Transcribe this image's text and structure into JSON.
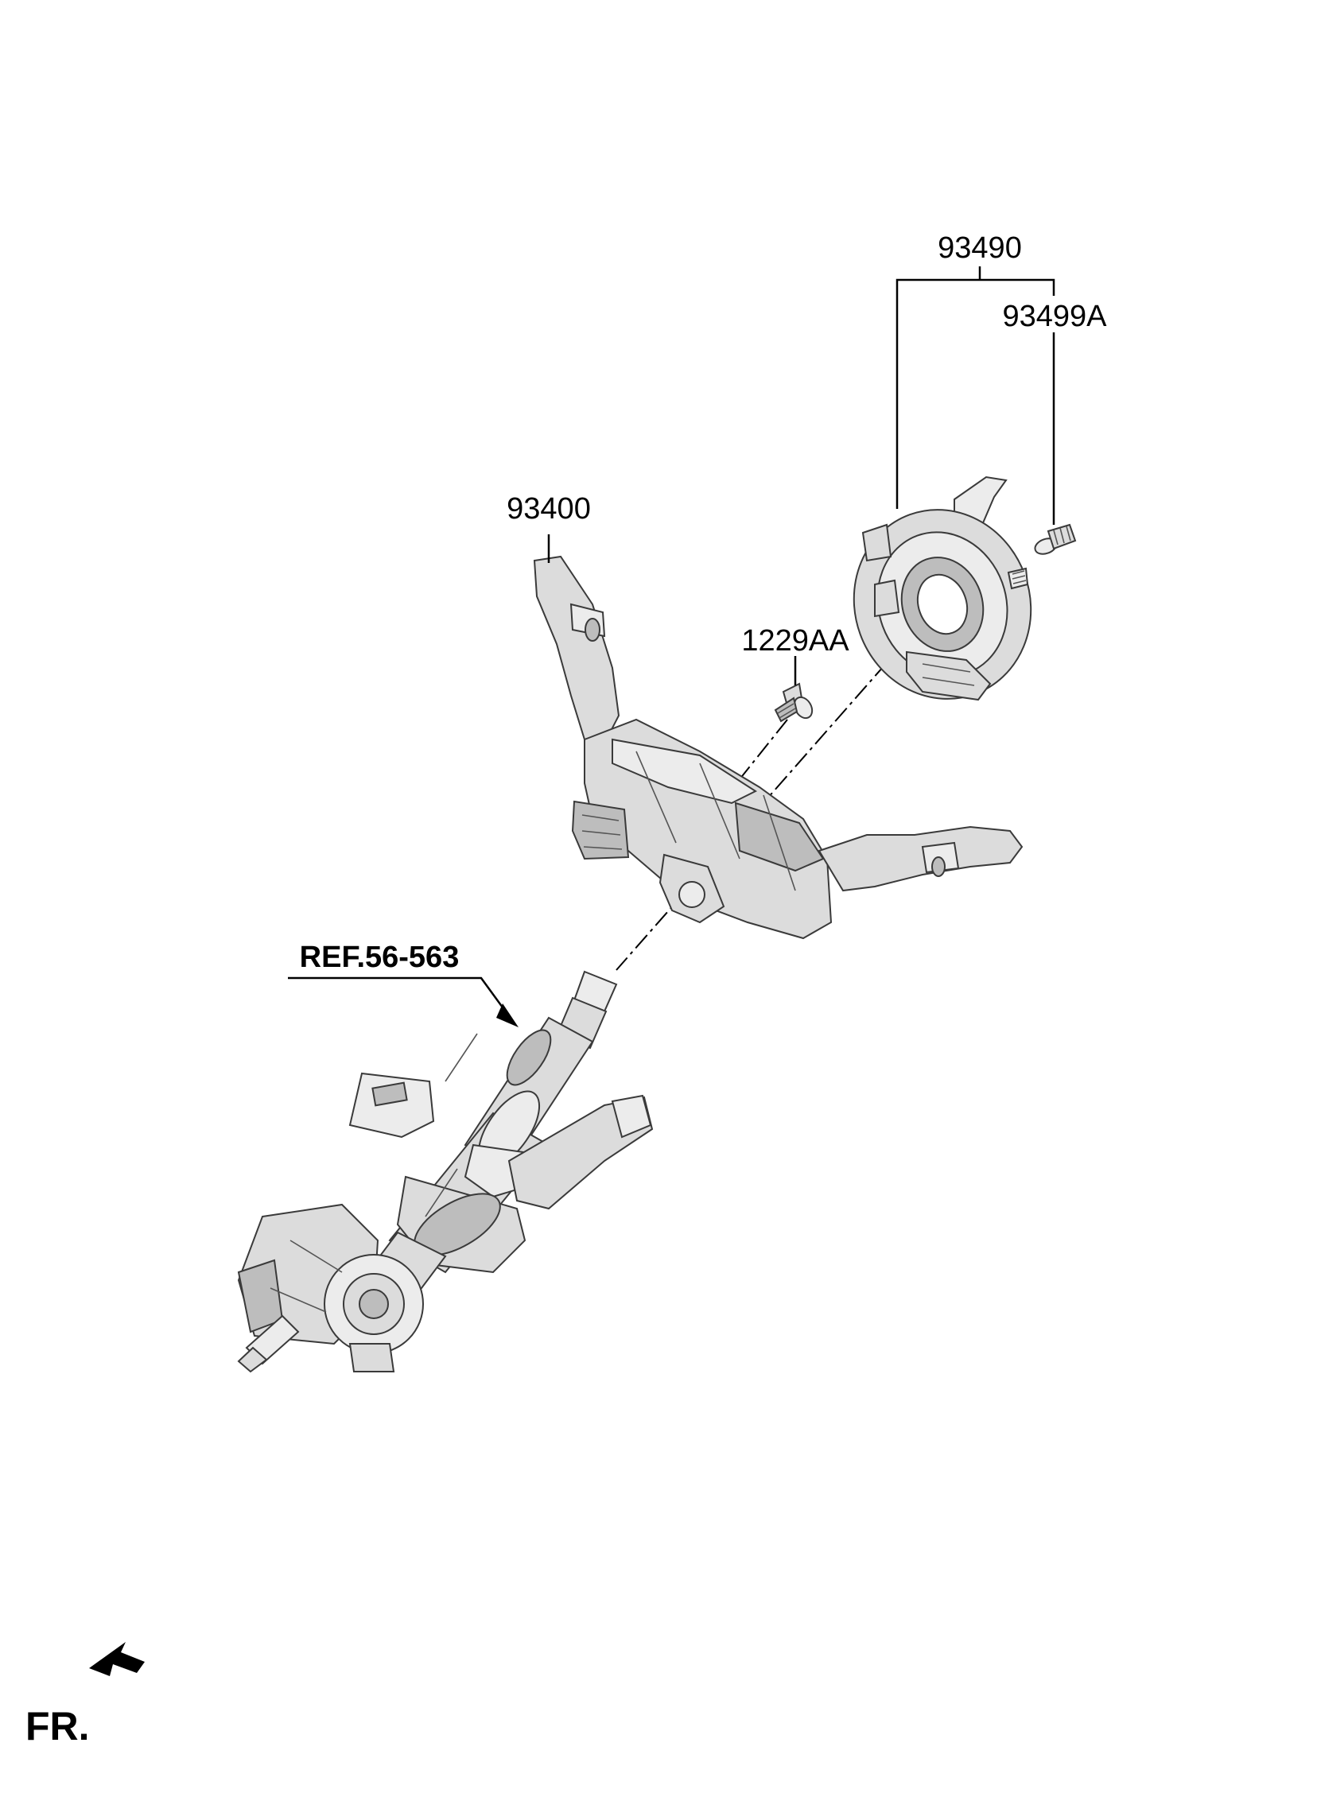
{
  "labels": {
    "clock_spring": "93490",
    "clock_spring_sub": "93499A",
    "combination_switch": "93400",
    "screw": "1229AA",
    "reference": "REF.56-563",
    "front": "FR."
  }
}
